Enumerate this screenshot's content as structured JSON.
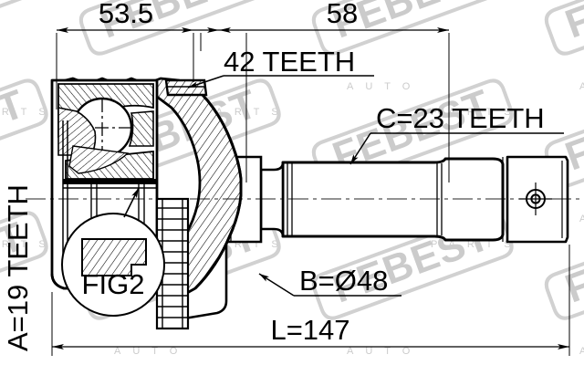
{
  "drawing": {
    "type": "cv-joint-outer-technical-drawing",
    "background_color": "#ffffff",
    "line_color": "#000000",
    "watermark_color": "#c9c9c9"
  },
  "watermark": {
    "brand": "FEBEST",
    "tagline_letters": [
      "A",
      "U",
      "T",
      "O",
      "P",
      "A",
      "R",
      "T",
      "S"
    ],
    "tagline_line1": "A U T O",
    "tagline_line2": "P A R T S"
  },
  "dimensions": {
    "top_left": {
      "label": "53.5",
      "value": 53.5,
      "unit": "mm",
      "name": "joint-housing-length"
    },
    "top_right": {
      "label": "58",
      "value": 58,
      "unit": "mm",
      "name": "shaft-length"
    },
    "abs_ring": {
      "label": "42 TEETH",
      "value": 42,
      "name": "abs-ring-teeth"
    },
    "shaft_spline": {
      "label": "C=23 TEETH",
      "value": 23,
      "name": "shaft-spline-teeth"
    },
    "inner_spline": {
      "label": "A=19 TEETH",
      "value": 19,
      "name": "inner-spline-teeth"
    },
    "outer_diameter": {
      "label": "B=Ø48",
      "value": 48,
      "unit": "mm",
      "name": "joint-outer-diameter"
    },
    "overall_length": {
      "label": "L=147",
      "value": 147,
      "unit": "mm",
      "name": "overall-length"
    },
    "detail_callout": {
      "label": "FIG2",
      "name": "detail-view-fig2"
    }
  }
}
